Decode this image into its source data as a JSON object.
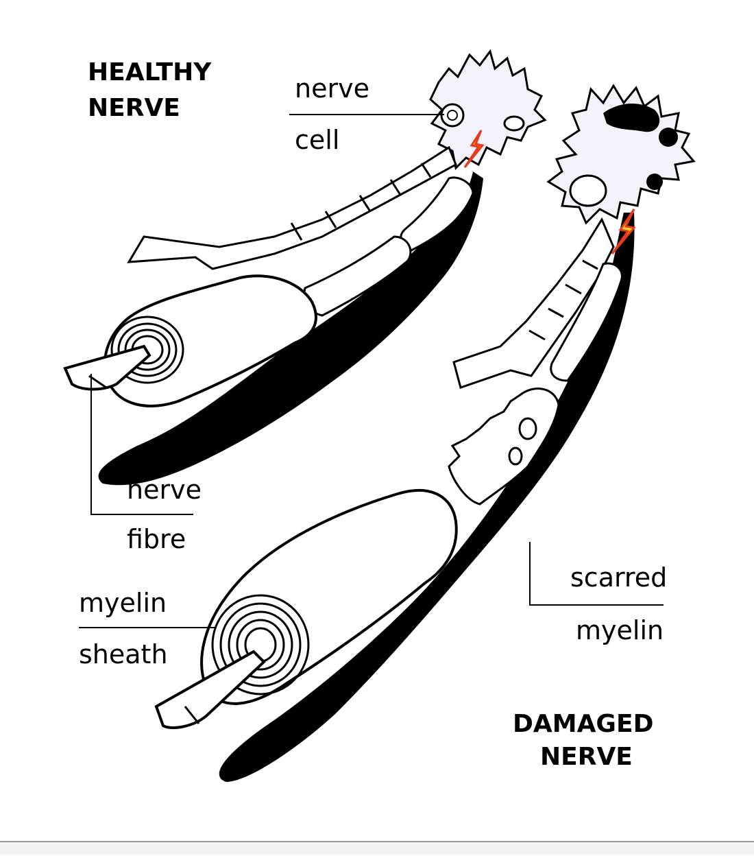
{
  "labels": {
    "healthy_title_line1": "HEALTHY",
    "healthy_title_line2": "NERVE",
    "damaged_title_line1": "DAMAGED",
    "damaged_title_line2": "NERVE",
    "nerve_cell_top": "nerve",
    "nerve_cell_bottom": "cell",
    "nerve_fibre_top": "nerve",
    "nerve_fibre_bottom": "fibre",
    "myelin_sheath_top": "myelin",
    "myelin_sheath_bottom": "sheath",
    "scarred_myelin_top": "scarred",
    "scarred_myelin_bottom": "myelin"
  },
  "colors": {
    "ink": "#000000",
    "shadow": "#000000",
    "cell_fill": "#f3f2fb",
    "impulse_red": "#e8391d",
    "impulse_yellow": "#f5e11b"
  }
}
